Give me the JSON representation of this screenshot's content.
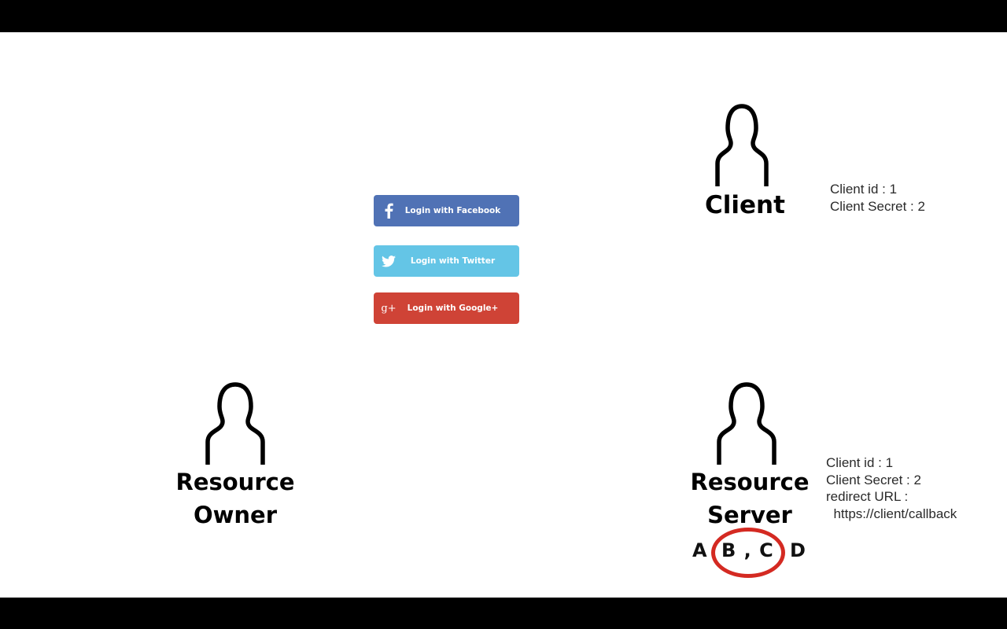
{
  "buttons": [
    {
      "label": "Login with Facebook",
      "icon": "facebook-icon",
      "color": "#5072b5"
    },
    {
      "label": "Login with Twitter",
      "icon": "twitter-icon",
      "color": "#64c5e6"
    },
    {
      "label": "Login with Google+",
      "icon": "google-plus-icon",
      "color": "#cf4336"
    }
  ],
  "client": {
    "label": "Client",
    "info": [
      "Client id : 1",
      "Client Secret : 2"
    ]
  },
  "resource_owner": {
    "label_line1": "Resource",
    "label_line2": "Owner"
  },
  "resource_server": {
    "label_line1": "Resource",
    "label_line2": "Server",
    "info": [
      "Client id : 1",
      "Client Secret : 2",
      "redirect URL :",
      "  https://client/callback"
    ]
  },
  "steps": {
    "a": "A",
    "b_c": "B , C",
    "d": "D",
    "highlight_color": "#d42a22"
  }
}
